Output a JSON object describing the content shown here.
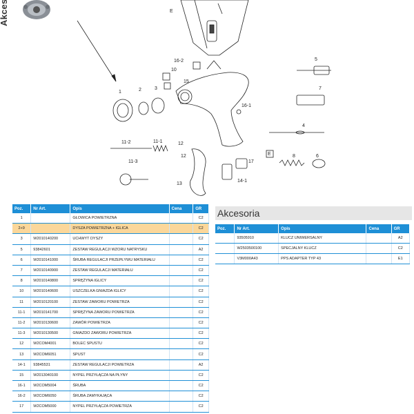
{
  "side_label": "Akceso",
  "callouts": [
    "1",
    "2",
    "3",
    "4",
    "5",
    "6",
    "7",
    "8",
    "10",
    "11-1",
    "11-2",
    "11-3",
    "12",
    "13",
    "14-1",
    "15",
    "16-1",
    "16-2",
    "17",
    "E"
  ],
  "parts_table": {
    "headers": [
      "Poz.",
      "Nr Art.",
      "Opis",
      "Cena",
      "GR"
    ],
    "rows": [
      {
        "poz": "1",
        "nr": "",
        "opis": "GŁOWICA POWIETRZNA",
        "cena": "",
        "gr": "C2",
        "highlight": false
      },
      {
        "poz": "2+9",
        "nr": "",
        "opis": "DYSZA POWIETRZNA + IGLICA",
        "cena": "",
        "gr": "C2",
        "highlight": true
      },
      {
        "poz": "3",
        "nr": "W2010140200",
        "opis": "UCHWYT DYSZY",
        "cena": "",
        "gr": "C2",
        "highlight": false
      },
      {
        "poz": "5",
        "nr": "93842601",
        "opis": "ZESTAW REGULACJI WZORU NATRYSKU",
        "cena": "",
        "gr": "A2",
        "highlight": false
      },
      {
        "poz": "6",
        "nr": "W2010141000",
        "opis": "ŚRUBA REGULACJI PRZEPŁYWU MATERIAŁU",
        "cena": "",
        "gr": "C2",
        "highlight": false
      },
      {
        "poz": "7",
        "nr": "W2010140900",
        "opis": "ZESTAW REGULACJI MATERIAŁU",
        "cena": "",
        "gr": "C2",
        "highlight": false
      },
      {
        "poz": "8",
        "nr": "W2010140800",
        "opis": "SPRĘŻYNA IGLICY",
        "cena": "",
        "gr": "C2",
        "highlight": false
      },
      {
        "poz": "10",
        "nr": "W2010140600",
        "opis": "USZCZELKA GNIAZDA IGLICY",
        "cena": "",
        "gr": "C2",
        "highlight": false
      },
      {
        "poz": "11",
        "nr": "W2010120100",
        "opis": "ZESTAW ZAWORU POWIETRZA",
        "cena": "",
        "gr": "C2",
        "highlight": false
      },
      {
        "poz": "11-1",
        "nr": "W2010141700",
        "opis": "SPRĘŻYNA ZAWORU POWIETRZA",
        "cena": "",
        "gr": "C2",
        "highlight": false
      },
      {
        "poz": "11-2",
        "nr": "W2010130600",
        "opis": "ZAWÓR POWIETRZA",
        "cena": "",
        "gr": "C2",
        "highlight": false
      },
      {
        "poz": "11-3",
        "nr": "W2010130500",
        "opis": "GNIAZDO ZAWORU POWIETRZA",
        "cena": "",
        "gr": "C2",
        "highlight": false
      },
      {
        "poz": "12",
        "nr": "W2COM4001",
        "opis": "BOLEC SPUSTU",
        "cena": "",
        "gr": "C2",
        "highlight": false
      },
      {
        "poz": "13",
        "nr": "W2COM6051",
        "opis": "SPUST",
        "cena": "",
        "gr": "C2",
        "highlight": false
      },
      {
        "poz": "14-1",
        "nr": "93845531",
        "opis": "ZESTAW REGULACJI POWIETRZA",
        "cena": "",
        "gr": "A2",
        "highlight": false
      },
      {
        "poz": "15",
        "nr": "W2013040100",
        "opis": "NYPEL PRZYŁĄCZA NA PŁYNY",
        "cena": "",
        "gr": "C2",
        "highlight": false
      },
      {
        "poz": "16-1",
        "nr": "W2COM5004",
        "opis": "ŚRUBA",
        "cena": "",
        "gr": "C2",
        "highlight": false
      },
      {
        "poz": "16-2",
        "nr": "W2COM6050",
        "opis": "ŚRUBA ZAMYKAJĄCA",
        "cena": "",
        "gr": "C2",
        "highlight": false
      },
      {
        "poz": "17",
        "nr": "W2COM5000",
        "opis": "NYPEL PRZYŁĄCZA POWIETRZA",
        "cena": "",
        "gr": "C2",
        "highlight": false
      }
    ]
  },
  "accessories": {
    "title": "Akcesoria",
    "headers": [
      "Poz.",
      "Nr Art.",
      "Opis",
      "Cena",
      "GR"
    ],
    "rows": [
      {
        "poz": "",
        "nr": "93505910",
        "opis": "KLUCZ UNIWERSALNY",
        "cena": "",
        "gr": "A2"
      },
      {
        "poz": "",
        "nr": "W2503500100",
        "opis": "SPECJALNY KLUCZ",
        "cena": "",
        "gr": "C2"
      },
      {
        "poz": "",
        "nr": "V3M000A43",
        "opis": "PPS ADAPTER TYP 43",
        "cena": "",
        "gr": "E1"
      }
    ]
  },
  "colors": {
    "header_blue": "#1e8fd6",
    "highlight": "#fbd79a",
    "accent_grey": "#e6e6e6"
  }
}
